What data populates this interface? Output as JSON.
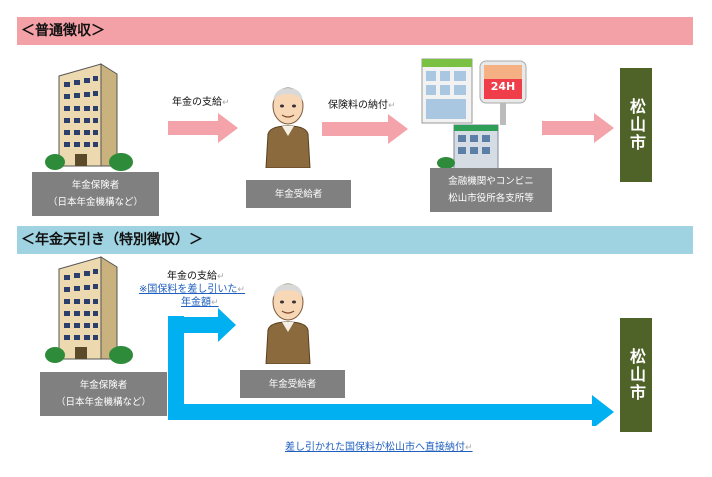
{
  "section_normal": {
    "title": "＜普通徴収＞"
  },
  "section_special": {
    "title": "＜年金天引き（特別徴収）＞"
  },
  "normal": {
    "payer_line1": "年金保険者",
    "payer_line2": "（日本年金機構など）",
    "pension_payment": "年金の支給",
    "recipient": "年金受給者",
    "premium_payment": "保険料の納付",
    "bank_line1": "金融機関やコンビニ",
    "bank_line2": "松山市役所各支所等",
    "store_sign": "24H",
    "city": "松山市"
  },
  "special": {
    "payer_line1": "年金保険者",
    "payer_line2": "（日本年金機構など）",
    "pension_payment": "年金の支給",
    "link_line1": "※国保料を差し引いた",
    "link_line2": "年金額",
    "recipient": "年金受給者",
    "direct_payment": "差し引かれた国保料が松山市へ直接納付",
    "city": "松山市"
  },
  "colors": {
    "pink_banner": "#f4a0a7",
    "blue_banner": "#9fd3e1",
    "pink_arrow": "#f5a3aa",
    "blue_arrow": "#00b0f0",
    "city_box": "#4f6228",
    "caption_box": "#808080"
  },
  "icons": [
    "office-building-icon",
    "elderly-man-icon",
    "convenience-store-icon",
    "bank-building-icon"
  ],
  "edit_mark": "↵"
}
